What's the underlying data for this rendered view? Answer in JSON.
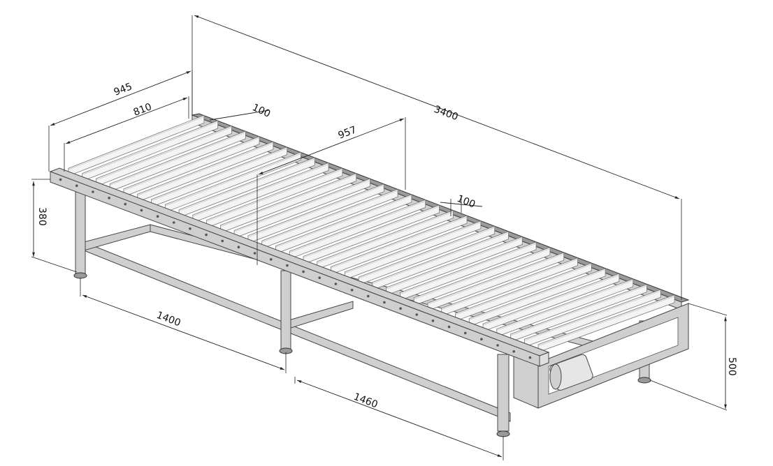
{
  "drawing": {
    "dimensions": {
      "overall_length": "3400",
      "outer_width": "945",
      "inner_width": "810",
      "roller_pitch_top": "100",
      "roller_pitch_mid": "100",
      "roller_span": "957",
      "frame_height": "380",
      "overall_height": "500",
      "leg_spacing_1": "1400",
      "leg_spacing_2": "1460"
    },
    "roller_count": 35,
    "colors": {
      "frame": "#cfcfcf",
      "roller": "#f4f4f4",
      "line": "#222222"
    }
  }
}
